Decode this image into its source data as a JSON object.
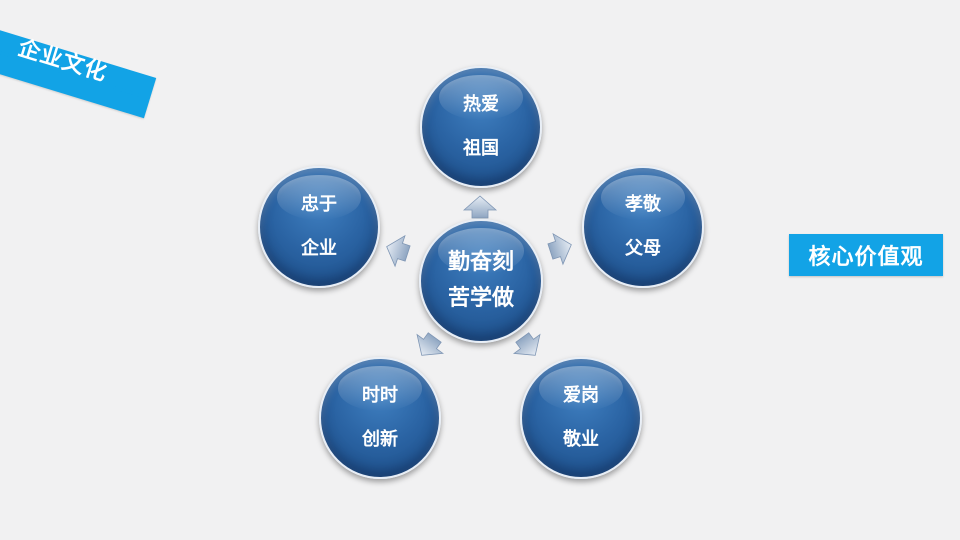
{
  "header": {
    "title": "企业文化"
  },
  "center": {
    "line1": "勤奋刻",
    "line2": "苦学做"
  },
  "nodes": [
    {
      "line1": "热爱",
      "line2": "祖国"
    },
    {
      "line1": "孝敬",
      "line2": "父母"
    },
    {
      "line1": "爱岗",
      "line2": "敬业"
    },
    {
      "line1": "时时",
      "line2": "创新"
    },
    {
      "line1": "忠于",
      "line2": "企业"
    }
  ],
  "tag": {
    "label": "核心价值观"
  },
  "colors": {
    "accent": "#12a3e6",
    "circle": "#2a63a3",
    "background": "#f1f1f2"
  }
}
